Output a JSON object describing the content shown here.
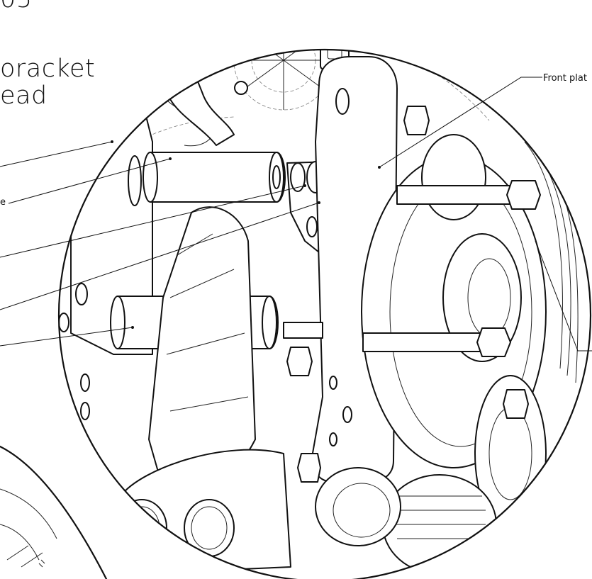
{
  "header": {
    "page_number_fragment": "05",
    "title_line_1": "oracket",
    "title_line_2": "ead"
  },
  "callouts": {
    "front_plate": "Front plat",
    "spacer_fragment": "e"
  },
  "colors": {
    "ink": "#111111",
    "background": "#ffffff"
  }
}
